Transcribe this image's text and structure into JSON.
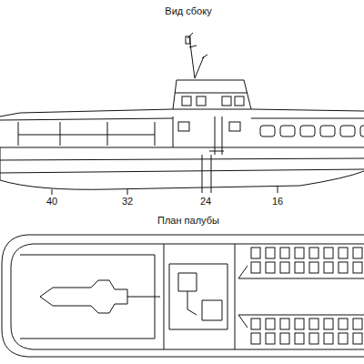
{
  "diagram": {
    "labels": [
      "Вид сбоку",
      "40",
      "32",
      "24",
      "16",
      "План палубы"
    ]
  }
}
